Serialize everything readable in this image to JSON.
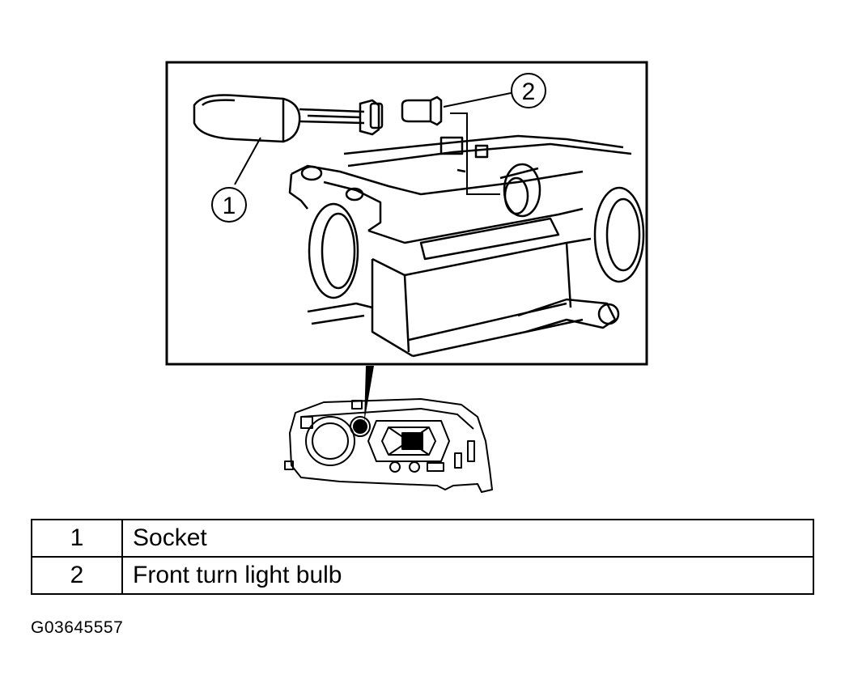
{
  "callouts": {
    "c1": "1",
    "c2": "2"
  },
  "legend": {
    "rows": [
      {
        "num": "1",
        "label": "Socket"
      },
      {
        "num": "2",
        "label": "Front turn light bulb"
      }
    ]
  },
  "figure_code": "G03645557"
}
